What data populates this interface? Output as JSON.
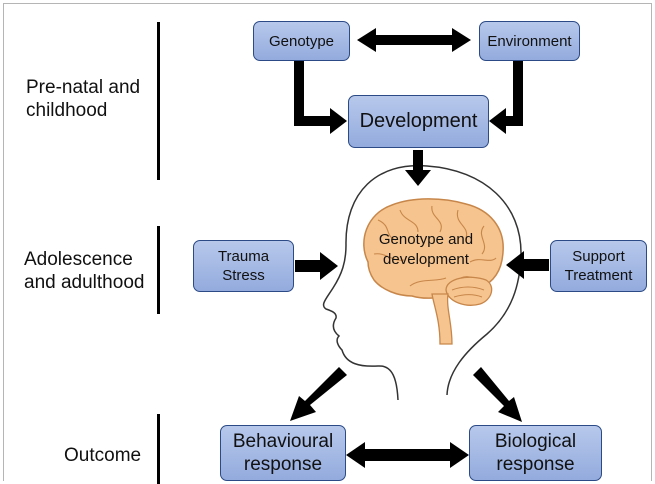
{
  "stages": {
    "prenatal": "Pre-natal and\nchildhood",
    "adolescence": "Adolescence\nand adulthood",
    "outcome": "Outcome"
  },
  "boxes": {
    "genotype": "Genotype",
    "environment": "Environment",
    "development": "Development",
    "trauma": "Trauma\nStress",
    "support": "Support\nTreatment",
    "behavioural": "Behavioural\nresponse",
    "biological": "Biological\nresponse"
  },
  "brain_label": "Genotype and\ndevelopment",
  "colors": {
    "box_fill_top": "#b7c8eb",
    "box_fill_bottom": "#93abdd",
    "box_border": "#2b4a86",
    "brain_fill": "#f6c48e",
    "brain_outline": "#c7864a",
    "arrow": "#000000"
  },
  "icons": {
    "head": "human-head-silhouette",
    "brain": "brain-icon"
  }
}
